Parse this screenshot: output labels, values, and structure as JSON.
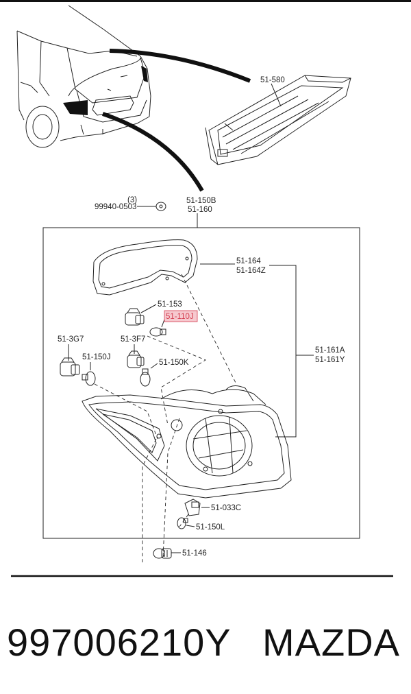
{
  "callouts": {
    "high_mount_stop_lamp": "51-580",
    "screw_qty": "(3)",
    "screw": "99940-0503",
    "lamp_ref_b": "51-150B",
    "lamp_ref_160": "51-160",
    "gasket": "51-164",
    "gasket_z": "51-164Z",
    "socket_153": "51-153",
    "bulb_110j": "51-110J",
    "socket_3f7": "51-3F7",
    "socket_3g7": "51-3G7",
    "bulb_150j": "51-150J",
    "bulb_150k": "51-150K",
    "lamp_assembly_a": "51-161A",
    "lamp_assembly_y": "51-161Y",
    "socket_033c": "51-033C",
    "bulb_150l": "51-150L",
    "clip_146": "51-146"
  },
  "footer": {
    "part_number": "997006210Y",
    "brand": "MAZDA"
  },
  "colors": {
    "line": "#111111",
    "highlight": "#d43c4e",
    "highlight_fill": "#f6c9cf"
  }
}
